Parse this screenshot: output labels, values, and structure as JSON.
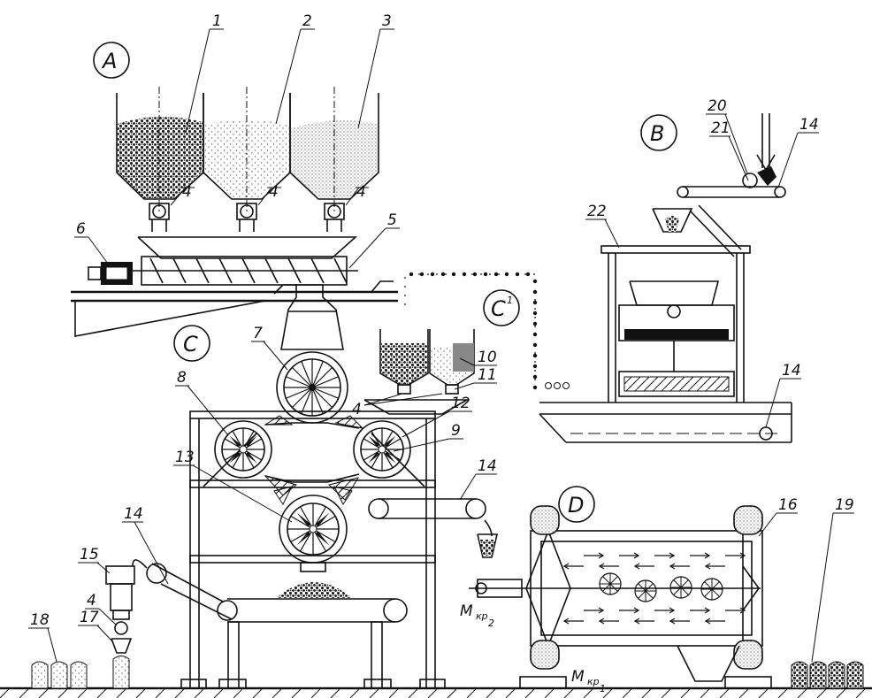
{
  "sections": {
    "A": "A",
    "B": "B",
    "C": "C",
    "C1_base": "C",
    "C1_sup": "1",
    "D": "D"
  },
  "labels": {
    "n1": "1",
    "n2": "2",
    "n3": "3",
    "n4a": "4",
    "n4b": "4",
    "n4c": "4",
    "n4d": "4",
    "n4e": "4",
    "n5": "5",
    "n6": "6",
    "n7": "7",
    "n8": "8",
    "n9": "9",
    "n10": "10",
    "n11": "11",
    "n12": "12",
    "n13": "13",
    "n14a": "14",
    "n14b": "14",
    "n14c": "14",
    "n14d": "14",
    "n15": "15",
    "n16": "16",
    "n17": "17",
    "n18": "18",
    "n19": "19",
    "n20": "20",
    "n21": "21",
    "n22": "22"
  },
  "torque": {
    "m_base": "M",
    "m_sub_kr": "кр",
    "idx1": "1",
    "idx2": "2"
  }
}
